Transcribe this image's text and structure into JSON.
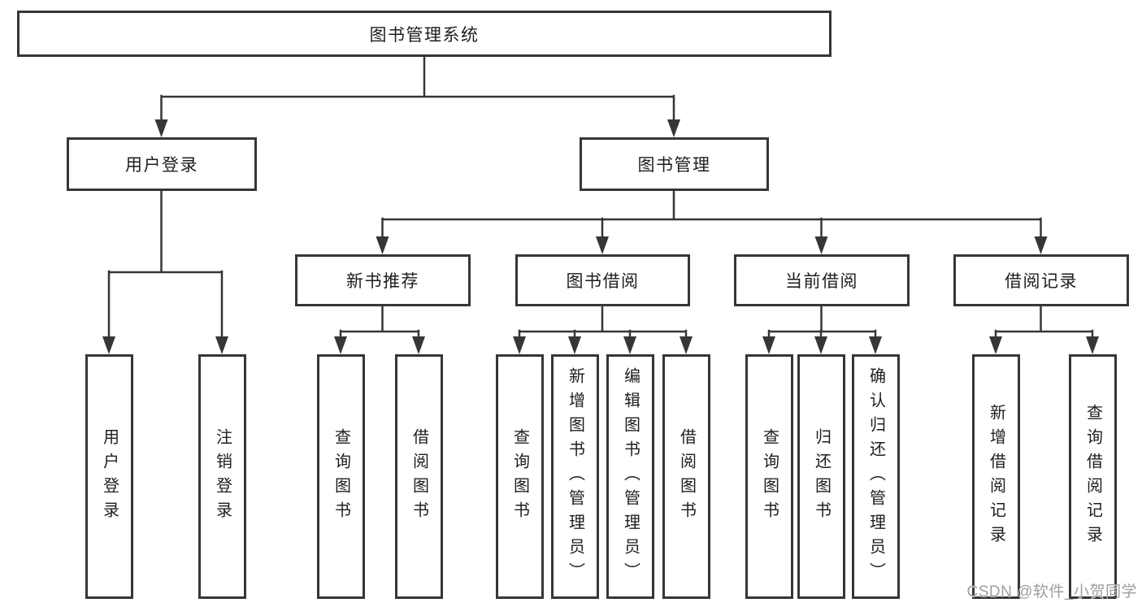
{
  "diagram": {
    "title": "图书管理系统",
    "nodes": {
      "root": "图书管理系统",
      "user_login": "用户登录",
      "book_mgmt": "图书管理",
      "new_book": "新书推荐",
      "book_borrow": "图书借阅",
      "current_borrow": "当前借阅",
      "borrow_record": "借阅记录",
      "leaves": {
        "user_login": [
          "用户登录",
          "注销登录"
        ],
        "new_book": [
          "查询图书",
          "借阅图书"
        ],
        "book_borrow": [
          "查询图书",
          "新增图书（管理员）",
          "编辑图书（管理员）",
          "借阅图书"
        ],
        "current_borrow": [
          "查询图书",
          "归还图书",
          "确认归还（管理员）"
        ],
        "borrow_record": [
          "新增借阅记录",
          "查询借阅记录"
        ]
      }
    },
    "colors": {
      "line": "#363636",
      "text": "#1e1e1e",
      "background": "#ffffff",
      "watermark": "#9d9da3"
    }
  },
  "watermark": {
    "text": "CSDN @软件_小贺同学"
  }
}
